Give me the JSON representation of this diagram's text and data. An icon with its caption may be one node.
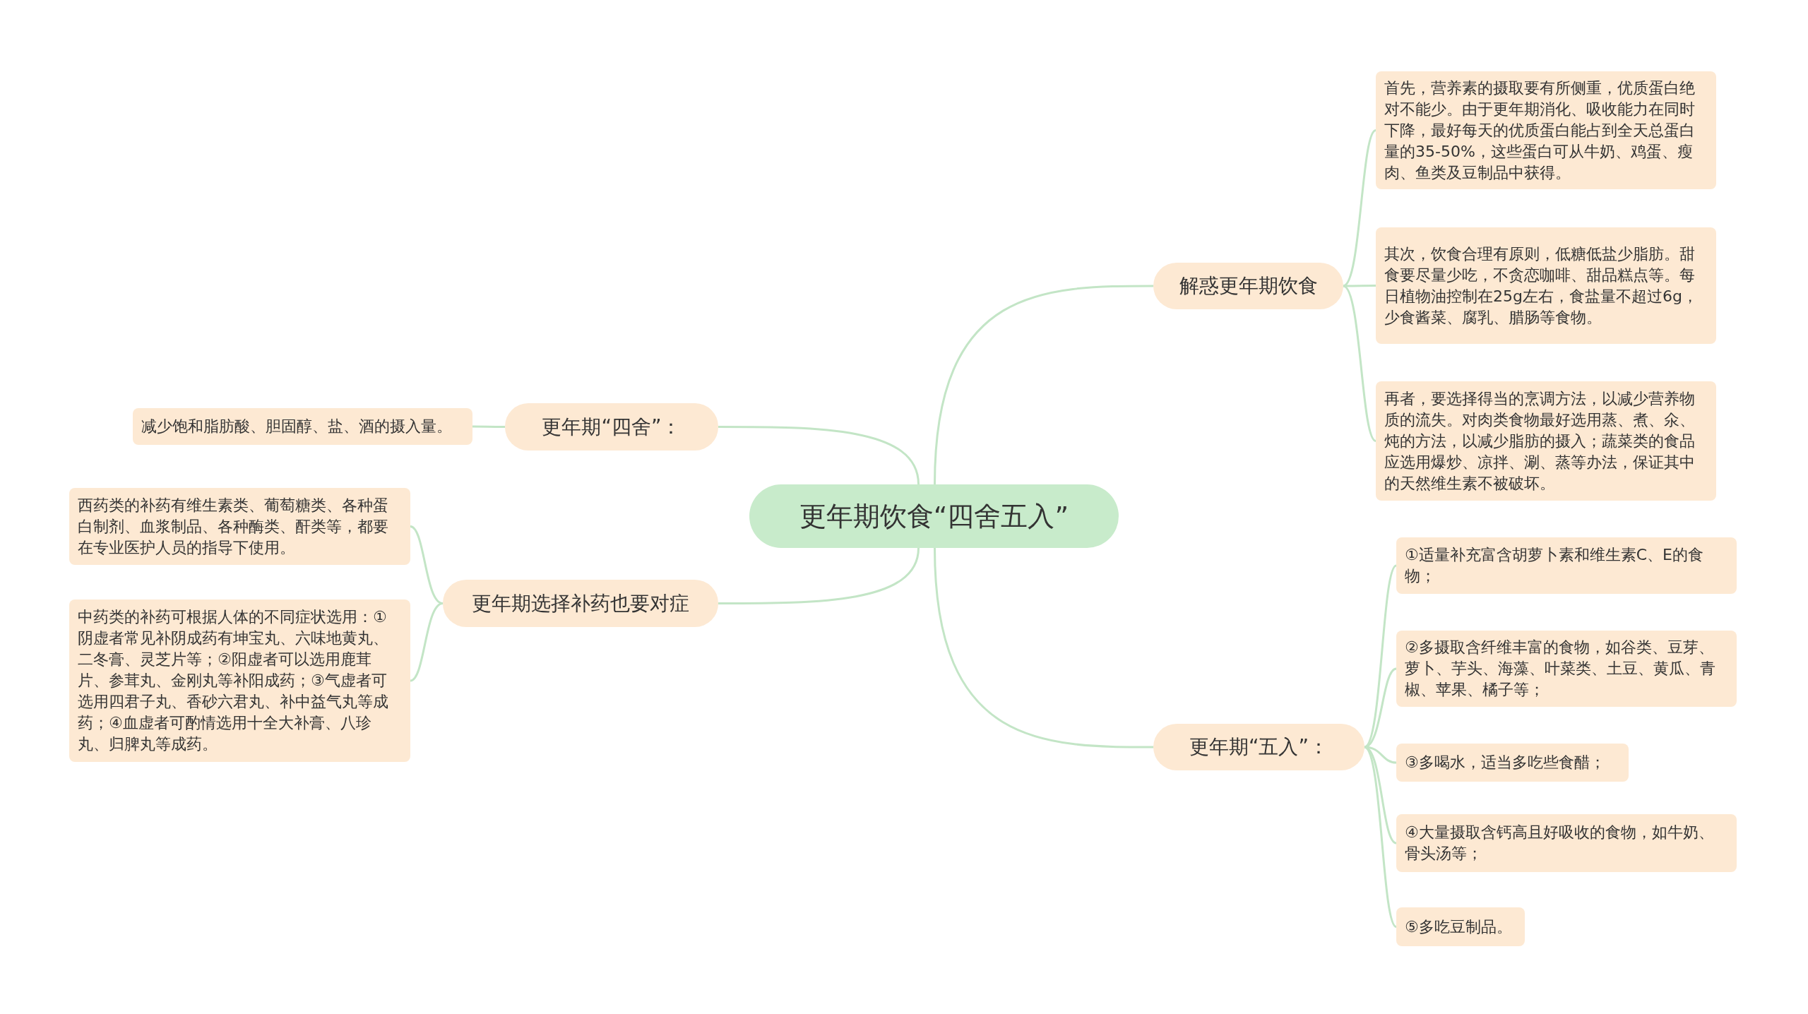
{
  "diagram": {
    "nodes": [
      {
        "text": [
          "更年期饮食“四舍五入”"
        ]
      },
      {
        "text": [
          "解惑更年期饮食"
        ]
      },
      {
        "text": [
          "首先，营养素的摄取要有所侧重，优质蛋白绝对不能少。由于更年期消化、吸收能力在同时下降，最好每天的优质蛋白能占到全天总蛋白量的35-50%，这些蛋白可从牛奶、鸡蛋、瘦肉、鱼类及豆制品中获得。"
        ]
      },
      {
        "text": [
          "其次，饮食合理有原则，低糖低盐少脂肪。甜食要尽量少吃，不贪恋咖啡、甜品糕点等。每日植物油控制在25g左右，食盐量不超过6g，少食酱菜、腐乳、腊肠等食物。"
        ]
      },
      {
        "text": [
          "再者，要选择得当的烹调方法，以减少营养物质的流失。对肉类食物最好选用蒸、煮、氽、炖的方法，以减少脂肪的摄入；蔬菜类的食品应选用爆炒、凉拌、涮、蒸等办法，保证其中的天然维生素不被破坏。"
        ]
      },
      {
        "text": [
          "更年期“五入”："
        ]
      },
      {
        "text": [
          "①适量补充富含胡萝卜素和维生素C、E的食物；"
        ]
      },
      {
        "text": [
          "②多摄取含纤维丰富的食物，如谷类、豆芽、萝卜、芋头、海藻、叶菜类、土豆、黄瓜、青椒、苹果、橘子等；"
        ]
      },
      {
        "text": [
          "③多喝水，适当多吃些食醋；"
        ]
      },
      {
        "text": [
          "④大量摄取含钙高且好吸收的食物，如牛奶、骨头汤等；"
        ]
      },
      {
        "text": [
          "⑤多吃豆制品。"
        ]
      },
      {
        "text": [
          "更年期“四舍”："
        ]
      },
      {
        "text": [
          "减少饱和脂肪酸、胆固醇、盐、酒的摄入量。"
        ]
      },
      {
        "text": [
          "更年期选择补药也要对症"
        ]
      },
      {
        "text": [
          "西药类的补药有维生素类、葡萄糖类、各种蛋白制剂、血浆制品、各种酶类、酐类等，都要在专业医护人员的指导下使用。"
        ]
      },
      {
        "text": [
          "中药类的补药可根据人体的不同症状选用：①阴虚者常见补阴成药有坤宝丸、六味地黄丸、二冬膏、灵芝片等；②阳虚者可以选用鹿茸片、参茸丸、金刚丸等补阳成药；③气虚者可选用四君子丸、香砂六君丸、补中益气丸等成药；④血虚者可酌情选用十全大补膏、八珍丸、归脾丸等成药。"
        ]
      }
    ],
    "edges": [
      {
        "from": 0,
        "to": 1,
        "arrow": "none"
      },
      {
        "from": 1,
        "to": 2,
        "arrow": "none"
      },
      {
        "from": 1,
        "to": 3,
        "arrow": "none"
      },
      {
        "from": 1,
        "to": 4,
        "arrow": "none"
      },
      {
        "from": 0,
        "to": 5,
        "arrow": "none"
      },
      {
        "from": 5,
        "to": 6,
        "arrow": "none"
      },
      {
        "from": 5,
        "to": 7,
        "arrow": "none"
      },
      {
        "from": 5,
        "to": 8,
        "arrow": "none"
      },
      {
        "from": 5,
        "to": 9,
        "arrow": "none"
      },
      {
        "from": 5,
        "to": 10,
        "arrow": "none"
      },
      {
        "from": 0,
        "to": 11,
        "arrow": "none"
      },
      {
        "from": 11,
        "to": 12,
        "arrow": "none"
      },
      {
        "from": 0,
        "to": 13,
        "arrow": "none"
      },
      {
        "from": 13,
        "to": 14,
        "arrow": "none"
      },
      {
        "from": 13,
        "to": 15,
        "arrow": "none"
      }
    ]
  }
}
